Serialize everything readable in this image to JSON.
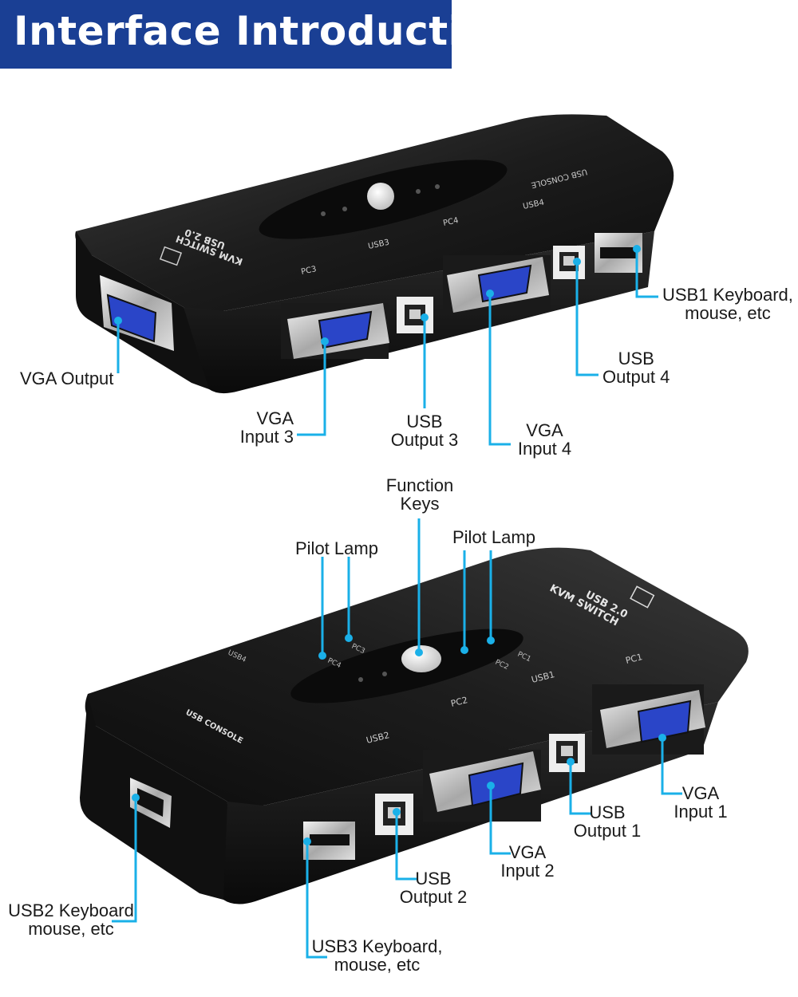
{
  "header": {
    "title": "Interface Introduction"
  },
  "device_top": {
    "console_label": "USB CONSOLE",
    "brand_line1": "USB 2.0",
    "brand_line2": "KVM SWITCH",
    "port_labels": {
      "pc3": "PC3",
      "usb3": "USB3",
      "pc4": "PC4",
      "usb4": "USB4"
    }
  },
  "device_bottom": {
    "console_label": "USB CONSOLE",
    "brand_line1": "USB 2.0",
    "brand_line2": "KVM SWITCH",
    "port_labels": {
      "usb2": "USB2",
      "pc2": "PC2",
      "usb1": "USB1",
      "pc1": "PC1",
      "lamp_pc4": "PC4",
      "lamp_pc3": "PC3",
      "lamp_pc1": "PC1",
      "lamp_pc2": "PC2",
      "top_usb4": "USB4"
    }
  },
  "callouts_top": {
    "usb1_keyboard": {
      "line1": "USB1 Keyboard,",
      "line2": "mouse, etc"
    },
    "usb_output_4": {
      "line1": "USB",
      "line2": "Output 4"
    },
    "vga_output": {
      "line1": "VGA Output"
    },
    "vga_input_3": {
      "line1": "VGA",
      "line2": "Input 3"
    },
    "usb_output_3": {
      "line1": "USB",
      "line2": "Output 3"
    },
    "vga_input_4": {
      "line1": "VGA",
      "line2": "Input 4"
    }
  },
  "callouts_bottom": {
    "function_keys": {
      "line1": "Function",
      "line2": "Keys"
    },
    "pilot_lamp_left": {
      "line1": "Pilot Lamp"
    },
    "pilot_lamp_right": {
      "line1": "Pilot Lamp"
    },
    "vga_input_1": {
      "line1": "VGA",
      "line2": "Input 1"
    },
    "usb_output_1": {
      "line1": "USB",
      "line2": "Output 1"
    },
    "vga_input_2": {
      "line1": "VGA",
      "line2": "Input 2"
    },
    "usb_output_2": {
      "line1": "USB",
      "line2": "Output 2"
    },
    "usb2_keyboard": {
      "line1": "USB2 Keyboard",
      "line2": "mouse, etc"
    },
    "usb3_keyboard": {
      "line1": "USB3 Keyboard,",
      "line2": "mouse, etc"
    }
  },
  "colors": {
    "banner": "#1a3f94",
    "callout_line": "#1ab0e8",
    "device_body": "#141414",
    "vga_blue": "#2a45c8"
  }
}
